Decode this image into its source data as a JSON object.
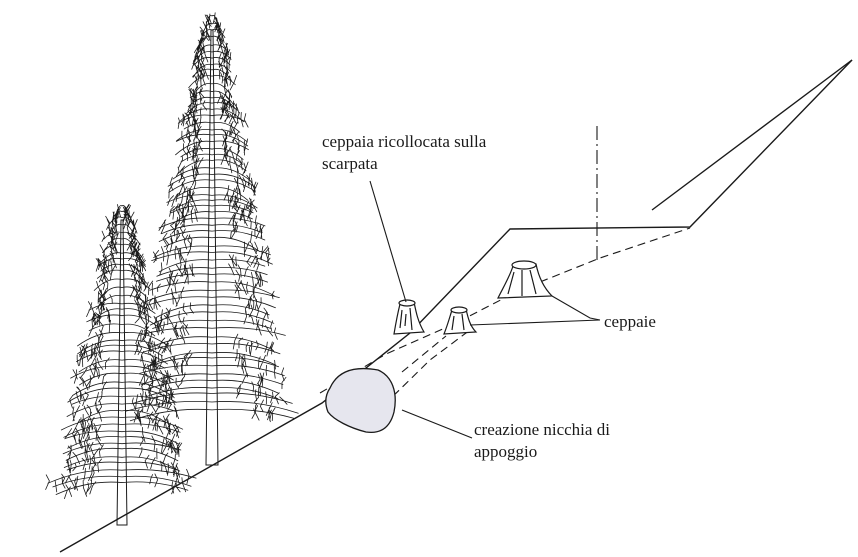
{
  "labels": {
    "ceppaia_line1": "ceppaia ricollocata sulla",
    "ceppaia_line2": "scarpata",
    "ceppaie": "ceppaie",
    "nicchia_line1": "creazione nicchia di",
    "nicchia_line2": "appoggio"
  },
  "colors": {
    "ink": "#1a1a1a",
    "niche_fill": "#e6e6ee",
    "background": "#ffffff"
  }
}
